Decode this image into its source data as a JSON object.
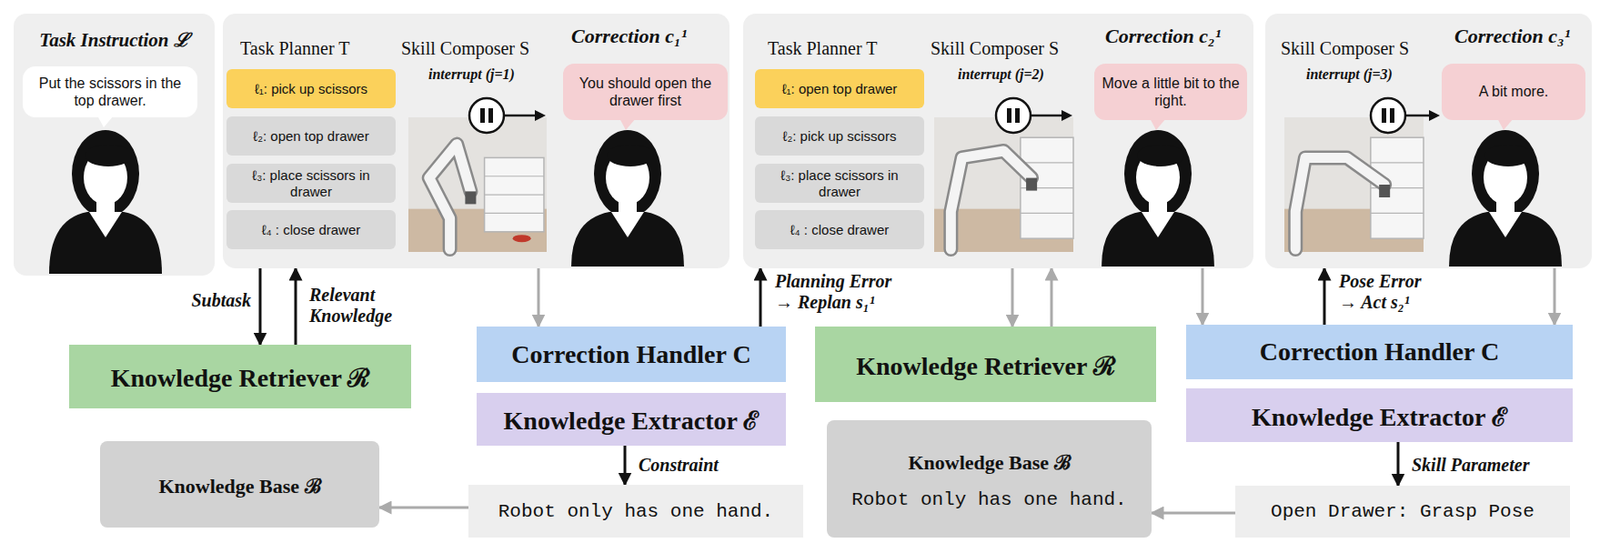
{
  "diagram": {
    "nodes": [
      {
        "text": [
          "Task Instruction ℒ"
        ]
      },
      {
        "text": [
          "Put the scissors in the top drawer."
        ],
        "in": 0
      },
      {
        "text": [
          "Task Planner T",
          "Skill Composer S",
          "interrupt (j=1)",
          "Correction c₁¹"
        ]
      },
      {
        "text": [
          "ℓ₁: pick up scissors"
        ],
        "in": 2
      },
      {
        "text": [
          "ℓ₂: open top drawer"
        ],
        "in": 2
      },
      {
        "text": [
          "ℓ₃: place scissors in drawer"
        ],
        "in": 2
      },
      {
        "text": [
          "ℓ₄ : close drawer"
        ],
        "in": 2
      },
      {
        "text": [
          "You should open the drawer first"
        ],
        "in": 2
      },
      {
        "text": [
          "Task Planner T",
          "Skill Composer S",
          "interrupt (j=2)",
          "Correction c₂¹"
        ]
      },
      {
        "text": [
          "ℓ₁: open top drawer"
        ],
        "in": 8
      },
      {
        "text": [
          "ℓ₂: pick up scissors"
        ],
        "in": 8
      },
      {
        "text": [
          "ℓ₃: place scissors in drawer"
        ],
        "in": 8
      },
      {
        "text": [
          "ℓ₄ : close drawer"
        ],
        "in": 8
      },
      {
        "text": [
          "Move a little bit to the right."
        ],
        "in": 8
      },
      {
        "text": [
          "Skill Composer S",
          "interrupt (j=3)",
          "Correction c₃¹"
        ]
      },
      {
        "text": [
          "A bit more."
        ],
        "in": 14
      },
      {
        "text": [
          "Knowledge Retriever ℛ"
        ]
      },
      {
        "text": [
          "Correction Handler C"
        ]
      },
      {
        "text": [
          "Knowledge Extractor ℰ"
        ]
      },
      {
        "text": [
          "Knowledge Base ℬ"
        ]
      },
      {
        "text": [
          "Robot only has one hand."
        ]
      },
      {
        "text": [
          "Knowledge Retriever ℛ"
        ]
      },
      {
        "text": [
          "Knowledge Base ℬ",
          "Robot only has one hand."
        ]
      },
      {
        "text": [
          "Correction Handler C"
        ]
      },
      {
        "text": [
          "Knowledge Extractor ℰ"
        ]
      },
      {
        "text": [
          "Open Drawer: Grasp Pose"
        ]
      }
    ],
    "edges": [
      {
        "from": 2,
        "to": 16,
        "arrow": "to",
        "label": "Subtask"
      },
      {
        "from": 16,
        "to": 2,
        "arrow": "to",
        "label": "Relevant Knowledge"
      },
      {
        "from": 2,
        "to": 17,
        "arrow": "to"
      },
      {
        "from": 17,
        "to": 8,
        "arrow": "to",
        "label": "Planning Error → Replan s₁¹"
      },
      {
        "from": 18,
        "to": 20,
        "arrow": "to",
        "label": "Constraint"
      },
      {
        "from": 20,
        "to": 19,
        "arrow": "to"
      },
      {
        "from": 8,
        "to": 21,
        "arrow": "to"
      },
      {
        "from": 21,
        "to": 8,
        "arrow": "to"
      },
      {
        "from": 8,
        "to": 23,
        "arrow": "to"
      },
      {
        "from": 23,
        "to": 14,
        "arrow": "to",
        "label": "Pose Error → Act s₂¹"
      },
      {
        "from": 14,
        "to": 23,
        "arrow": "to"
      },
      {
        "from": 24,
        "to": 25,
        "arrow": "to",
        "label": "Skill Parameter"
      },
      {
        "from": 25,
        "to": 22,
        "arrow": "to"
      }
    ]
  }
}
